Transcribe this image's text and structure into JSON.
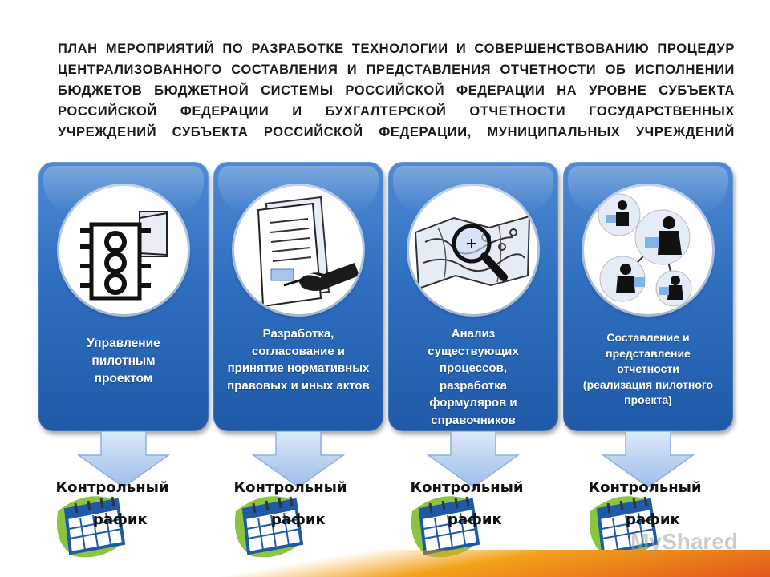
{
  "title": "ПЛАН МЕРОПРИЯТИЙ ПО РАЗРАБОТКЕ ТЕХНОЛОГИИ И СОВЕРШЕНСТВОВАНИЮ ПРОЦЕДУР ЦЕНТРАЛИЗОВАННОГО СОСТАВЛЕНИЯ И ПРЕДСТАВЛЕНИЯ ОТЧЕТНОСТИ ОБ ИСПОЛНЕНИИ БЮДЖЕТОВ БЮДЖЕТНОЙ СИСТЕМЫ РОССИЙСКОЙ ФЕДЕРАЦИИ НА УРОВНЕ СУБЪЕКТА РОССИЙСКОЙ ФЕДЕРАЦИИ И БУХГАЛТЕРСКОЙ ОТЧЕТНОСТИ ГОСУДАРСТВЕННЫХ УЧРЕЖДЕНИЙ СУБЪЕКТА РОССИЙСКОЙ ФЕДЕРАЦИИ, МУНИЦИПАЛЬНЫХ УЧРЕЖДЕНИЙ",
  "cards": [
    {
      "icon": "traffic-light-icon",
      "text": "Управление пилотным проектом"
    },
    {
      "icon": "document-signing-icon",
      "text": "Разработка, согласование и принятие нормативных правовых и иных актов"
    },
    {
      "icon": "magnifier-map-icon",
      "text": "Анализ существующих процессов, разработка формуляров и справочников"
    },
    {
      "icon": "networked-people-icon",
      "text": "Составление и представление отчетности (реализация пилотного проекта)"
    }
  ],
  "control": {
    "line1": "Контрольный",
    "line2": "рафик"
  },
  "watermark": "MyShared",
  "colors": {
    "card": "#2f6fc0",
    "arrow": "#a9c6ee",
    "calendar": "#1f5aa8",
    "accent": "#8bc53f",
    "band": "#f3a21a"
  }
}
